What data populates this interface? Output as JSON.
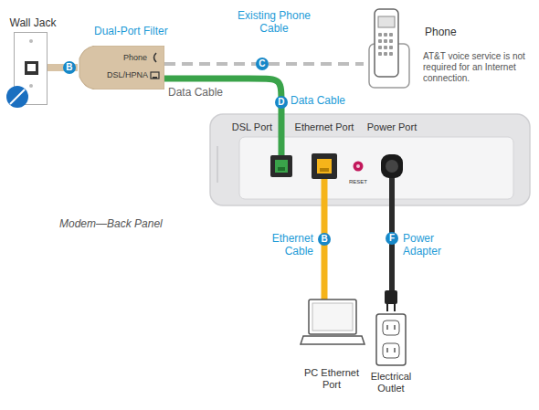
{
  "diagram": {
    "nodes": [
      {
        "text": [
          "Wall Jack"
        ]
      },
      {
        "text": [
          "Dual-Port Filter",
          "Phone",
          "DSL/HPNA"
        ]
      },
      {
        "text": [
          "Phone"
        ]
      },
      {
        "text": [
          "Modem—Back Panel"
        ]
      },
      {
        "text": [
          "DSL Port"
        ],
        "in": 3
      },
      {
        "text": [
          "Ethernet Port"
        ],
        "in": 3
      },
      {
        "text": [
          "Power Port"
        ],
        "in": 3
      },
      {
        "text": [
          "PC Ethernet Port"
        ]
      },
      {
        "text": [
          "Electrical Outlet"
        ]
      }
    ],
    "edges": [
      {
        "from": 0,
        "to": 1,
        "arrow": "none",
        "label": "B"
      },
      {
        "from": 1,
        "to": 2,
        "arrow": "none",
        "label": "C"
      },
      {
        "from": 1,
        "to": 4,
        "arrow": "none",
        "label": "D"
      },
      {
        "from": 5,
        "to": 7,
        "arrow": "none",
        "label": "B"
      },
      {
        "from": 6,
        "to": 8,
        "arrow": "none",
        "label": "F"
      }
    ],
    "labels": [
      "Existing Phone Cable",
      "Data Cable",
      "Data Cable",
      "Ethernet Cable",
      "Power Adapter",
      "RESET",
      "AT&T voice service is not required for an Internet connection."
    ]
  }
}
